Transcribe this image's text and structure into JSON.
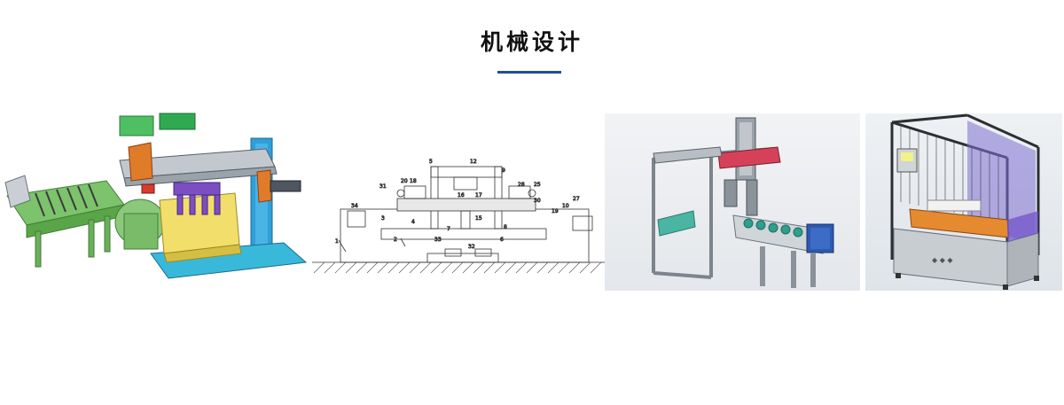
{
  "section": {
    "title": "机械设计",
    "accent_color": "#1f4e9c"
  },
  "images": [
    {
      "name": "colored 3D model of conveyor and gantry machine"
    },
    {
      "name": "schematic line drawing of mechanical fixture"
    },
    {
      "name": "grey 3D model of gantry loader with conveyor"
    },
    {
      "name": "3D model of enclosed cabinet machine"
    }
  ],
  "schematic": {
    "labels": [
      "1",
      "2",
      "3",
      "4",
      "5",
      "6",
      "7",
      "8",
      "9",
      "10",
      "12",
      "15",
      "16",
      "17",
      "18",
      "19",
      "20",
      "25",
      "27",
      "28",
      "30",
      "31",
      "32",
      "33",
      "34"
    ]
  }
}
